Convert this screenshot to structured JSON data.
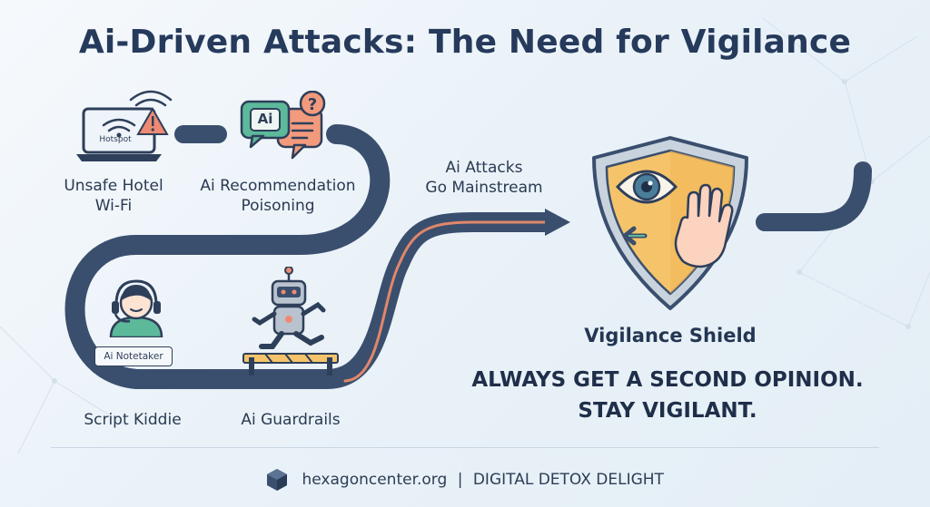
{
  "title": "Ai-Driven Attacks: The Need for Vigilance",
  "stages": {
    "wifi": {
      "label_line1": "Unsafe Hotel",
      "label_line2": "Wi-Fi",
      "screen_text": "Hotspot",
      "icon": "laptop-wifi-warning-icon"
    },
    "recommendation": {
      "label_line1": "Ai Recommendation",
      "label_line2": "Poisoning",
      "bubble_text": "Ai",
      "icon": "chat-bubble-question-icon"
    },
    "mainstream": {
      "label_line1": "Ai Attacks",
      "label_line2": "Go Mainstream"
    },
    "script_kiddie": {
      "label": "Script Kiddie",
      "badge_text": "Ai Notetaker",
      "icon": "headset-person-icon"
    },
    "guardrails": {
      "label": "Ai Guardrails",
      "icon": "robot-hurdle-icon"
    }
  },
  "shield": {
    "name": "Vigilance Shield",
    "icon": "shield-eye-hand-icon",
    "slogan_line1": "ALWAYS GET A SECOND OPINION.",
    "slogan_line2": "STAY VIGILANT."
  },
  "footer": {
    "site": "hexagoncenter.org",
    "separator": "|",
    "tagline": "DIGITAL DETOX DELIGHT",
    "icon": "hexagon-cube-icon"
  },
  "colors": {
    "road": "#3a4f6e",
    "accent": "#e0876a",
    "shield_gold": "#f5c46a",
    "title": "#263a5c"
  }
}
